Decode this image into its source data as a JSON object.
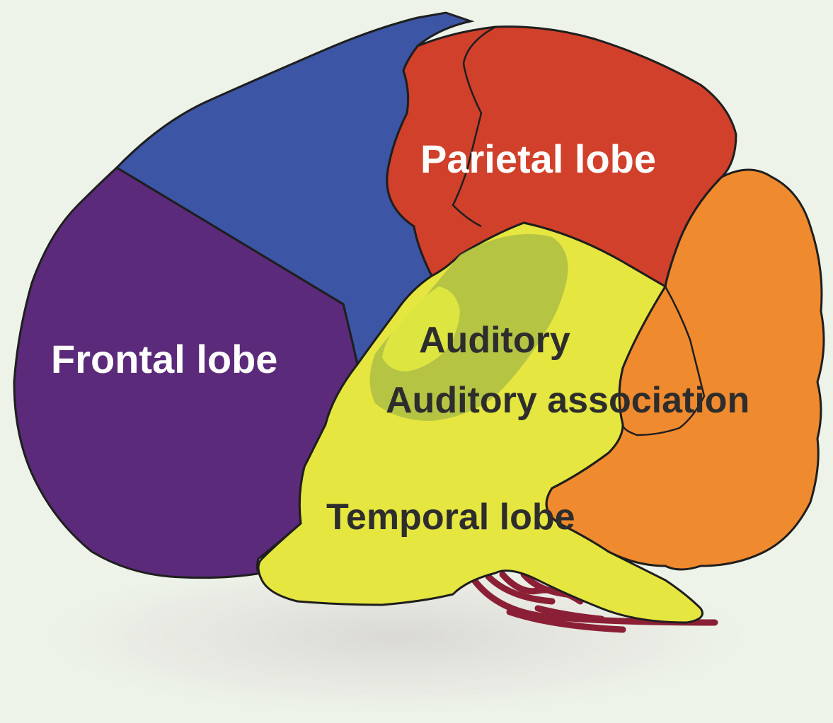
{
  "labels": {
    "parietal": "Parietal lobe",
    "frontal": "Frontal lobe",
    "auditory": "Auditory",
    "auditory_association": "Auditory association",
    "temporal": "Temporal lobe"
  },
  "colors": {
    "background": "#edf3e8",
    "frontal_lobe": "#5b2a7a",
    "motor_area": "#3c55a5",
    "parietal_lobe": "#d0402b",
    "occipital_lobe": "#f08a2e",
    "temporal_lobe": "#e6e641",
    "auditory_cortex": "#b6c63c",
    "auditory_association_area": "#a6b845",
    "cerebellum_vessels": "#8a1f35",
    "outline": "#1e1e1e",
    "label_light": "#ffffff",
    "label_dark": "#2d2d2d"
  }
}
